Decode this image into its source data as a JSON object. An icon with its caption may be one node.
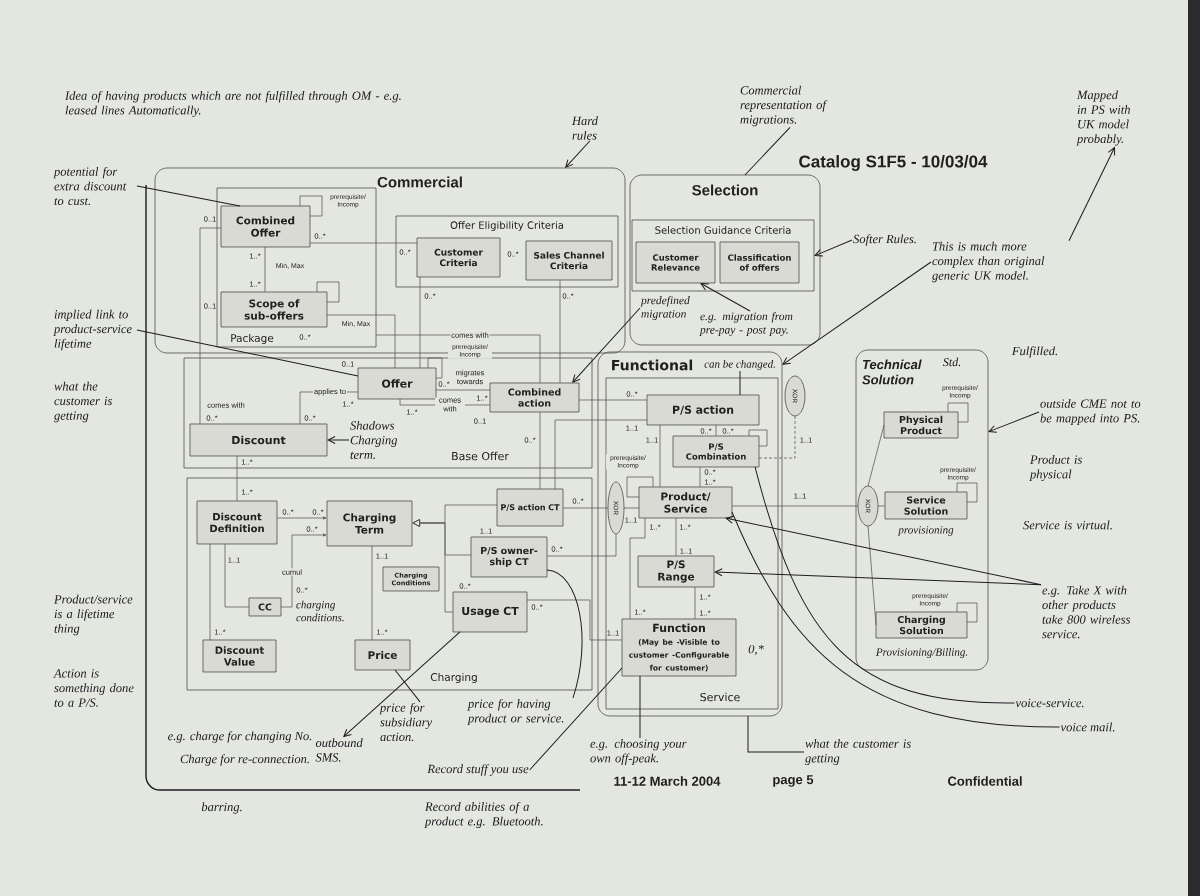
{
  "diagram": {
    "title": "Catalog S1F5 - 10/03/04",
    "nodes": [
      {
        "text": [
          "Commercial"
        ]
      },
      {
        "text": [
          "Package"
        ],
        "in": 0
      },
      {
        "text": [
          "Combined Offer"
        ],
        "in": 1
      },
      {
        "text": [
          "Scope of sub-offers"
        ],
        "in": 1
      },
      {
        "text": [
          "Offer Eligibility Criteria"
        ],
        "in": 0
      },
      {
        "text": [
          "Customer Criteria"
        ],
        "in": 4
      },
      {
        "text": [
          "Sales Channel Criteria"
        ],
        "in": 4
      },
      {
        "text": [
          "Selection"
        ]
      },
      {
        "text": [
          "Selection Guidance Criteria"
        ],
        "in": 7
      },
      {
        "text": [
          "Customer Relevance"
        ],
        "in": 8
      },
      {
        "text": [
          "Classification of offers"
        ],
        "in": 8
      },
      {
        "text": [
          "Base Offer"
        ]
      },
      {
        "text": [
          "Offer"
        ],
        "in": 11
      },
      {
        "text": [
          "Combined action"
        ],
        "in": 11
      },
      {
        "text": [
          "Discount"
        ],
        "in": 11
      },
      {
        "text": [
          "Charging"
        ]
      },
      {
        "text": [
          "Discount Definition"
        ],
        "in": 15
      },
      {
        "text": [
          "Charging Term"
        ],
        "in": 15
      },
      {
        "text": [
          "P/S action CT"
        ],
        "in": 15
      },
      {
        "text": [
          "P/S owner- ship CT"
        ],
        "in": 15
      },
      {
        "text": [
          "Charging Conditions"
        ],
        "in": 15
      },
      {
        "text": [
          "Usage CT"
        ],
        "in": 15
      },
      {
        "text": [
          "CC"
        ],
        "in": 15,
        "beside": [
          "charging conditions."
        ]
      },
      {
        "text": [
          "Discount Value"
        ],
        "in": 15
      },
      {
        "text": [
          "Price"
        ],
        "in": 15
      },
      {
        "text": [
          "Functional"
        ]
      },
      {
        "text": [
          "Service"
        ],
        "in": 25
      },
      {
        "text": [
          "P/S action"
        ],
        "in": 26
      },
      {
        "text": [
          "P/S Combination"
        ],
        "in": 26
      },
      {
        "text": [
          "Product/ Service"
        ],
        "in": 26
      },
      {
        "text": [
          "P/S Range"
        ],
        "in": 26
      },
      {
        "text": [
          "Function",
          "(May be -Visible to customer -Configurable for customer)"
        ],
        "in": 26
      },
      {
        "text": [
          "XOR"
        ],
        "in": 26
      },
      {
        "text": [
          "XOR"
        ]
      },
      {
        "text": [
          "Technical Solution"
        ],
        "beside": [
          "Std."
        ]
      },
      {
        "text": [
          "Physical Product"
        ],
        "in": 34
      },
      {
        "text": [
          "XOR"
        ],
        "in": 34
      },
      {
        "text": [
          "Service Solution"
        ],
        "in": 34,
        "beside": [
          "provisioning"
        ]
      },
      {
        "text": [
          "Charging Solution"
        ],
        "in": 34,
        "beside": [
          "Provisioning/Billing."
        ]
      },
      {
        "text": [
          "Hard rules"
        ]
      },
      {
        "text": [
          "Commercial representation of migrations."
        ]
      },
      {
        "text": [
          "Softer Rules."
        ]
      },
      {
        "text": [
          "Mapped in PS with UK model probably."
        ]
      },
      {
        "text": [
          "This is much more complex than original generic UK model."
        ]
      },
      {
        "text": [
          "potential for extra discount to cust."
        ]
      },
      {
        "text": [
          "implied link to product-service lifetime"
        ]
      },
      {
        "text": [
          "Shadows Charging term."
        ],
        "in": 11
      },
      {
        "text": [
          "predefined migration"
        ],
        "in": 7
      },
      {
        "text": [
          "e.g. migration from pre-pay - post pay."
        ],
        "in": 7
      },
      {
        "text": [
          "can be changed."
        ],
        "in": 25
      },
      {
        "text": [
          "outside CME not to be mapped into PS."
        ]
      },
      {
        "text": [
          "e.g. Take X with other products take 800 wireless service."
        ]
      },
      {
        "text": [
          "voice-service."
        ]
      },
      {
        "text": [
          "voice mail."
        ]
      },
      {
        "text": [
          "what the customer is getting"
        ]
      },
      {
        "text": [
          "e.g. choosing your own off-peak."
        ]
      },
      {
        "text": [
          "Record stuff you use"
        ]
      },
      {
        "text": [
          "price for having product or service."
        ]
      },
      {
        "text": [
          "price for subsidiary action."
        ]
      },
      {
        "text": [
          "outbound SMS."
        ]
      }
    ],
    "edges": [
      {
        "from": 2,
        "to": 3,
        "arrow": "none",
        "label": "Min, Max"
      },
      {
        "from": 2,
        "to": 5,
        "arrow": "none"
      },
      {
        "from": 2,
        "to": 14,
        "arrow": "none",
        "label": "comes with"
      },
      {
        "from": 3,
        "to": 12,
        "arrow": "none",
        "label": "Min, Max"
      },
      {
        "from": 5,
        "to": 12,
        "arrow": "none"
      },
      {
        "from": 6,
        "to": 13,
        "arrow": "none"
      },
      {
        "from": 1,
        "to": 13,
        "arrow": "none",
        "label": "comes with"
      },
      {
        "from": 12,
        "to": 13,
        "arrow": "none",
        "label": "migrates towards"
      },
      {
        "from": 12,
        "to": 13,
        "arrow": "none",
        "label": "comes with"
      },
      {
        "from": 12,
        "to": 14,
        "arrow": "none",
        "label": "applies to"
      },
      {
        "from": 14,
        "to": 16,
        "arrow": "none"
      },
      {
        "from": 16,
        "to": 17,
        "arrow": "to"
      },
      {
        "from": 22,
        "to": 17,
        "arrow": "to",
        "label": "cumul"
      },
      {
        "from": 16,
        "to": 22,
        "arrow": "none"
      },
      {
        "from": 16,
        "to": 23,
        "arrow": "none"
      },
      {
        "from": 17,
        "to": 24,
        "arrow": "none"
      },
      {
        "from": 18,
        "to": 17,
        "arrow": "to"
      },
      {
        "from": 19,
        "to": 17,
        "arrow": "to"
      },
      {
        "from": 21,
        "to": 17,
        "arrow": "to"
      },
      {
        "from": 13,
        "to": 18,
        "arrow": "none"
      },
      {
        "from": 13,
        "to": 27,
        "arrow": "none"
      },
      {
        "from": 18,
        "to": 27,
        "arrow": "none"
      },
      {
        "from": 18,
        "to": 32,
        "arrow": "none"
      },
      {
        "from": 19,
        "to": 32,
        "arrow": "none"
      },
      {
        "from": 32,
        "to": 29,
        "arrow": "none"
      },
      {
        "from": 27,
        "to": 28,
        "arrow": "none"
      },
      {
        "from": 27,
        "to": 29,
        "arrow": "none"
      },
      {
        "from": 28,
        "to": 29,
        "arrow": "none"
      },
      {
        "from": 29,
        "to": 30,
        "arrow": "none"
      },
      {
        "from": 30,
        "to": 31,
        "arrow": "none"
      },
      {
        "from": 29,
        "to": 31,
        "arrow": "none"
      },
      {
        "from": 21,
        "to": 31,
        "arrow": "none"
      },
      {
        "from": 29,
        "to": 36,
        "arrow": "none"
      },
      {
        "from": 36,
        "to": 35,
        "arrow": "none"
      },
      {
        "from": 36,
        "to": 37,
        "arrow": "none"
      },
      {
        "from": 36,
        "to": 38,
        "arrow": "none"
      },
      {
        "from": 33,
        "to": 28,
        "arrow": "none",
        "style": "dashed"
      },
      {
        "from": 2,
        "to": 2,
        "arrow": "none",
        "label": "prerequisite/ Incomp"
      },
      {
        "from": 3,
        "to": 3,
        "arrow": "none"
      },
      {
        "from": 12,
        "to": 12,
        "arrow": "none",
        "label": "prerequisite/ Incomp"
      },
      {
        "from": 28,
        "to": 28,
        "arrow": "none"
      },
      {
        "from": 29,
        "to": 29,
        "arrow": "none",
        "label": "prerequisite/ Incomp"
      },
      {
        "from": 35,
        "to": 35,
        "arrow": "none",
        "label": "prerequisite/ Incomp"
      },
      {
        "from": 37,
        "to": 37,
        "arrow": "none",
        "label": "prerequisite/ Incomp"
      },
      {
        "from": 38,
        "to": 38,
        "arrow": "none",
        "label": "prerequisite/ Incomp"
      },
      {
        "from": 39,
        "to": 0,
        "arrow": "to",
        "color": "#1c1c20"
      },
      {
        "from": 40,
        "to": 7,
        "arrow": "none",
        "color": "#1c1c20"
      },
      {
        "from": 41,
        "to": 8,
        "arrow": "to",
        "color": "#1c1c20"
      },
      {
        "from": 43,
        "to": 42,
        "arrow": "to",
        "color": "#1c1c20"
      },
      {
        "from": 43,
        "to": 25,
        "arrow": "to",
        "color": "#1c1c20"
      },
      {
        "from": 44,
        "to": 2,
        "arrow": "none",
        "color": "#1c1c20"
      },
      {
        "from": 45,
        "to": 12,
        "arrow": "none",
        "color": "#1c1c20"
      },
      {
        "from": 46,
        "to": 14,
        "arrow": "to",
        "color": "#1c1c20"
      },
      {
        "from": 47,
        "to": 13,
        "arrow": "to",
        "color": "#1c1c20"
      },
      {
        "from": 48,
        "to": 9,
        "arrow": "to",
        "color": "#1c1c20"
      },
      {
        "from": 49,
        "to": 27,
        "arrow": "none",
        "color": "#1c1c20"
      },
      {
        "from": 50,
        "to": 34,
        "arrow": "to",
        "color": "#1c1c20"
      },
      {
        "from": 51,
        "to": 30,
        "arrow": "to",
        "color": "#1c1c20"
      },
      {
        "from": 51,
        "to": 29,
        "arrow": "to",
        "color": "#1c1c20"
      },
      {
        "from": 28,
        "to": 52,
        "arrow": "none",
        "color": "#1c1c20"
      },
      {
        "from": 29,
        "to": 53,
        "arrow": "none",
        "color": "#1c1c20"
      },
      {
        "from": 54,
        "to": 25,
        "arrow": "none",
        "color": "#1c1c20"
      },
      {
        "from": 55,
        "to": 31,
        "arrow": "none",
        "color": "#1c1c20"
      },
      {
        "from": 56,
        "to": 31,
        "arrow": "none",
        "color": "#1c1c20"
      },
      {
        "from": 57,
        "to": 19,
        "arrow": "none",
        "color": "#1c1c20"
      },
      {
        "from": 58,
        "to": 24,
        "arrow": "none",
        "color": "#1c1c20"
      },
      {
        "from": 21,
        "to": 59,
        "arrow": "to",
        "color": "#1c1c20"
      }
    ],
    "labels": [
      "Idea of having products which are not fulfilled through OM - e.g. leased lines Automatically.",
      "0..1",
      "0..*",
      "0..*",
      "0..*",
      "1..*",
      "1..*",
      "0..1",
      "0..*",
      "0..*",
      "0..*",
      "Fulfilled.",
      "0..1",
      "0..*",
      "1..*",
      "1..*",
      "1..*",
      "0..1",
      "0..*",
      "0..*",
      "what the customer is getting",
      "Product is physical",
      "0..*",
      "1..1",
      "0..*",
      "0..*",
      "1..1",
      "0..*",
      "1..*",
      "1..*",
      "0..*",
      "0..*",
      "0..*",
      "1..1",
      "0..*",
      "1..1",
      "1..1",
      "0..*",
      "0..*",
      "1..*",
      "1..1",
      "1..1",
      "1..*",
      "1..*",
      "1..1",
      "1..1",
      "Service is virtual.",
      "0..*",
      "0..*",
      "0..*",
      "1..*",
      "1..*",
      "1..*",
      "Product/service is a lifetime thing",
      "1..*",
      "1..*",
      "1..1",
      "0,*",
      "Action is something done to a P/S.",
      "e.g. charge for changing No.",
      "Charge for re-connection.",
      "11-12 March 2004",
      "page 5",
      "Confidential",
      "barring.",
      "Record abilities of a product e.g. Bluetooth."
    ]
  }
}
